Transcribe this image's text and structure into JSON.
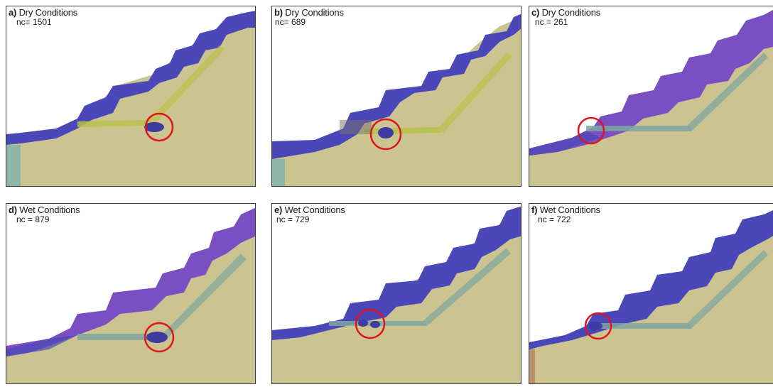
{
  "panels": [
    {
      "tag": "a)",
      "condition": "Dry Conditions",
      "nc": "nc= 1501"
    },
    {
      "tag": "b)",
      "condition": "Dry Conditions",
      "nc": "nc= 689"
    },
    {
      "tag": "c)",
      "condition": "Dry Conditions",
      "nc": "nc = 261"
    },
    {
      "tag": "d)",
      "condition": "Wet Conditions",
      "nc": "nc = 879"
    },
    {
      "tag": "e)",
      "condition": "Wet Conditions",
      "nc": "nc = 729"
    },
    {
      "tag": "f)",
      "condition": "Wet Conditions",
      "nc": "nc = 722"
    }
  ],
  "colors": {
    "rock": "#cbc491",
    "slope_cover_dry": "#4a48b8",
    "slope_cover_wet": "#7a4fc2",
    "failure_band_dry": "#b9c24a",
    "failure_band_wet": "#7fa6a0",
    "highlight_circle": "#e0141e",
    "frame": "#3a3a3a"
  }
}
